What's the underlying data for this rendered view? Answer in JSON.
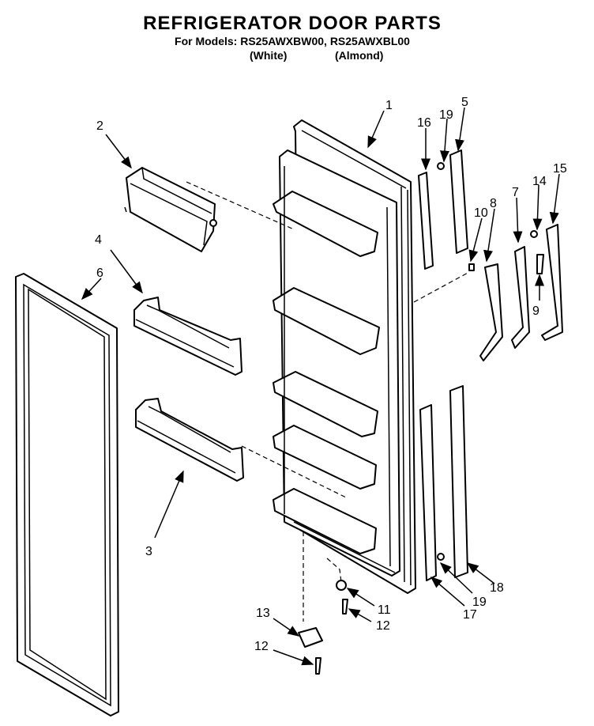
{
  "header": {
    "title": "REFRIGERATOR DOOR PARTS",
    "models_line": "For Models: RS25AWXBW00, RS25AWXBL00",
    "color_white": "(White)",
    "color_almond": "(Almond)"
  },
  "callouts": {
    "c1": "1",
    "c2": "2",
    "c3": "3",
    "c4": "4",
    "c5": "5",
    "c6": "6",
    "c7": "7",
    "c8": "8",
    "c9": "9",
    "c10": "10",
    "c11": "11",
    "c12a": "12",
    "c12b": "12",
    "c13": "13",
    "c14": "14",
    "c15": "15",
    "c16": "16",
    "c17": "17",
    "c18": "18",
    "c19a": "19",
    "c19b": "19"
  }
}
